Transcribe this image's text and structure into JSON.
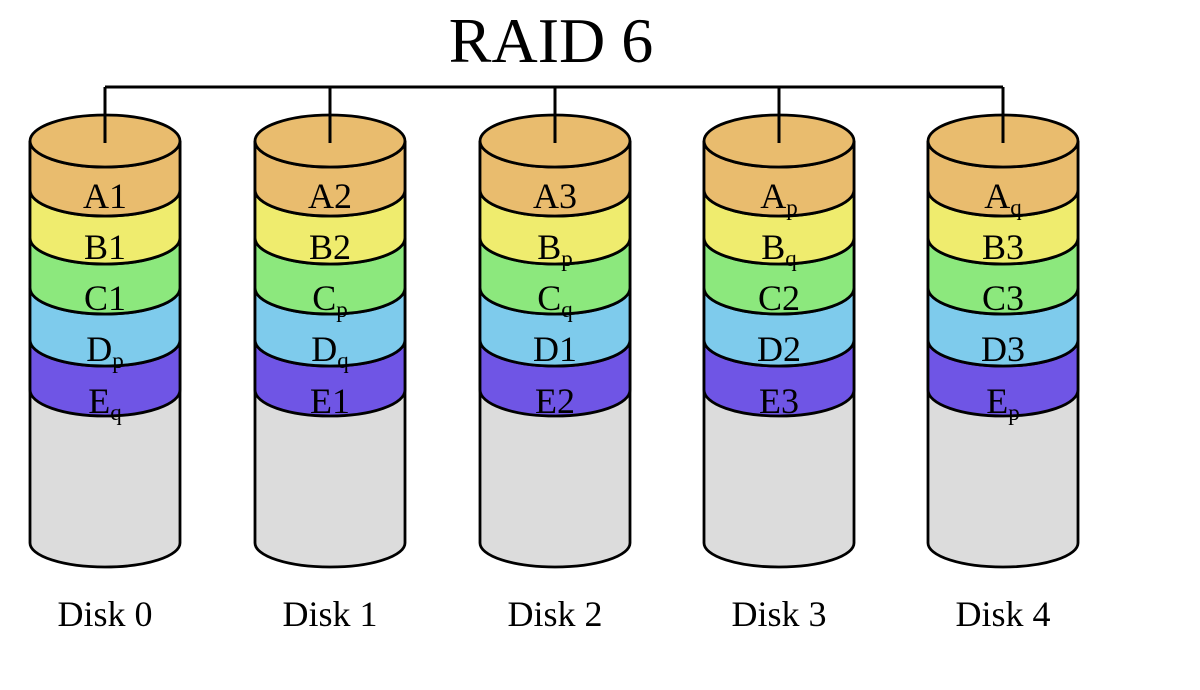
{
  "title": "RAID 6",
  "colors": {
    "band_a": "#e9bc6e",
    "band_b": "#efec6e",
    "band_c": "#8ce87d",
    "band_d": "#7ecbec",
    "band_e": "#6f55e5",
    "body": "#dcdcdc",
    "outline": "#000000",
    "background": "#ffffff"
  },
  "disks": [
    {
      "name": "Disk 0",
      "bands": [
        {
          "main": "A1",
          "sub": ""
        },
        {
          "main": "B1",
          "sub": ""
        },
        {
          "main": "C1",
          "sub": ""
        },
        {
          "main": "D",
          "sub": "p"
        },
        {
          "main": "E",
          "sub": "q"
        }
      ]
    },
    {
      "name": "Disk 1",
      "bands": [
        {
          "main": "A2",
          "sub": ""
        },
        {
          "main": "B2",
          "sub": ""
        },
        {
          "main": "C",
          "sub": "p"
        },
        {
          "main": "D",
          "sub": "q"
        },
        {
          "main": "E1",
          "sub": ""
        }
      ]
    },
    {
      "name": "Disk 2",
      "bands": [
        {
          "main": "A3",
          "sub": ""
        },
        {
          "main": "B",
          "sub": "p"
        },
        {
          "main": "C",
          "sub": "q"
        },
        {
          "main": "D1",
          "sub": ""
        },
        {
          "main": "E2",
          "sub": ""
        }
      ]
    },
    {
      "name": "Disk 3",
      "bands": [
        {
          "main": "A",
          "sub": "p"
        },
        {
          "main": "B",
          "sub": "q"
        },
        {
          "main": "C2",
          "sub": ""
        },
        {
          "main": "D2",
          "sub": ""
        },
        {
          "main": "E3",
          "sub": ""
        }
      ]
    },
    {
      "name": "Disk 4",
      "bands": [
        {
          "main": "A",
          "sub": "q"
        },
        {
          "main": "B3",
          "sub": ""
        },
        {
          "main": "C3",
          "sub": ""
        },
        {
          "main": "D3",
          "sub": ""
        },
        {
          "main": "E",
          "sub": "p"
        }
      ]
    }
  ]
}
